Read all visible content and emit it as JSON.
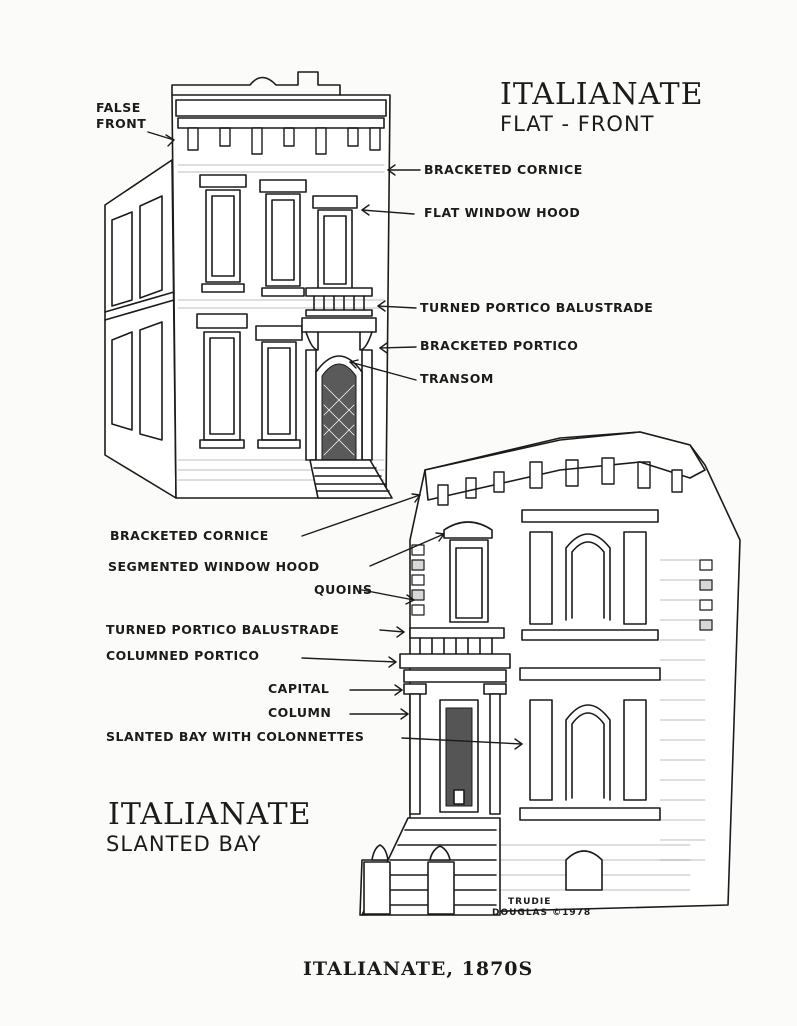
{
  "title_flat": {
    "line1": "ITALIANATE",
    "line2": "FLAT - FRONT"
  },
  "title_bay": {
    "line1": "ITALIANATE",
    "line2": "SLANTED BAY"
  },
  "labels_flat": {
    "false_front_1": "FALSE",
    "false_front_2": "FRONT",
    "bracketed_cornice": "BRACKETED  CORNICE",
    "flat_window_hood": "FLAT WINDOW HOOD",
    "turned_portico_balustrade": "TURNED PORTICO BALUSTRADE",
    "bracketed_portico": "BRACKETED  PORTICO",
    "transom": "TRANSOM"
  },
  "labels_bay": {
    "bracketed_cornice": "BRACKETED  CORNICE",
    "segmented_window_hood": "SEGMENTED WINDOW HOOD",
    "quoins": "QUOINS",
    "turned_portico_balustrade": "TURNED PORTICO BALUSTRADE",
    "columned_portico": "COLUMNED PORTICO",
    "capital": "CAPITAL",
    "column": "COLUMN",
    "slanted_bay": "SLANTED BAY WITH COLONNETTES"
  },
  "credit": {
    "line1": "TRUDIE",
    "line2": "DOUGLAS  ©1978"
  },
  "caption": "ITALIANATE, 1870S",
  "colors": {
    "ink": "#1b1b1b",
    "paper": "#fbfbf9"
  }
}
